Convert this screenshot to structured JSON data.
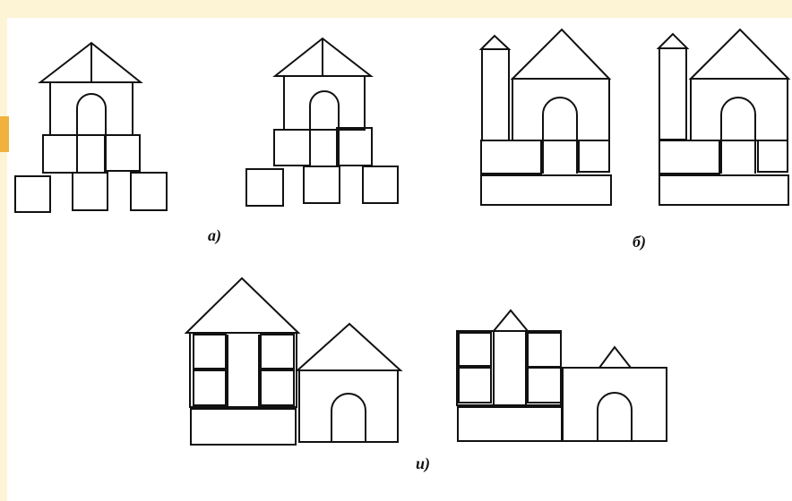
{
  "labels": {
    "a": "а)",
    "b": "б)",
    "c": "и)"
  },
  "colors": {
    "background": "#ffffff",
    "band": "#fdf4d6",
    "accent": "#f0b23c",
    "stroke": "#111111"
  }
}
